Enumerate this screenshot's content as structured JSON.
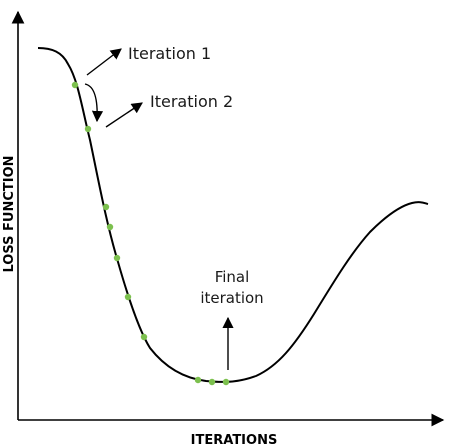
{
  "axes": {
    "x_label": "ITERATIONS",
    "y_label": "LOSS FUNCTION"
  },
  "annotations": {
    "iteration_1": "Iteration 1",
    "iteration_2": "Iteration 2",
    "final_line1": "Final",
    "final_line2": "iteration"
  },
  "colors": {
    "curve": "#000000",
    "step_point": "#7cc04e",
    "axis": "#000000",
    "text": "#1a1a1a"
  }
}
